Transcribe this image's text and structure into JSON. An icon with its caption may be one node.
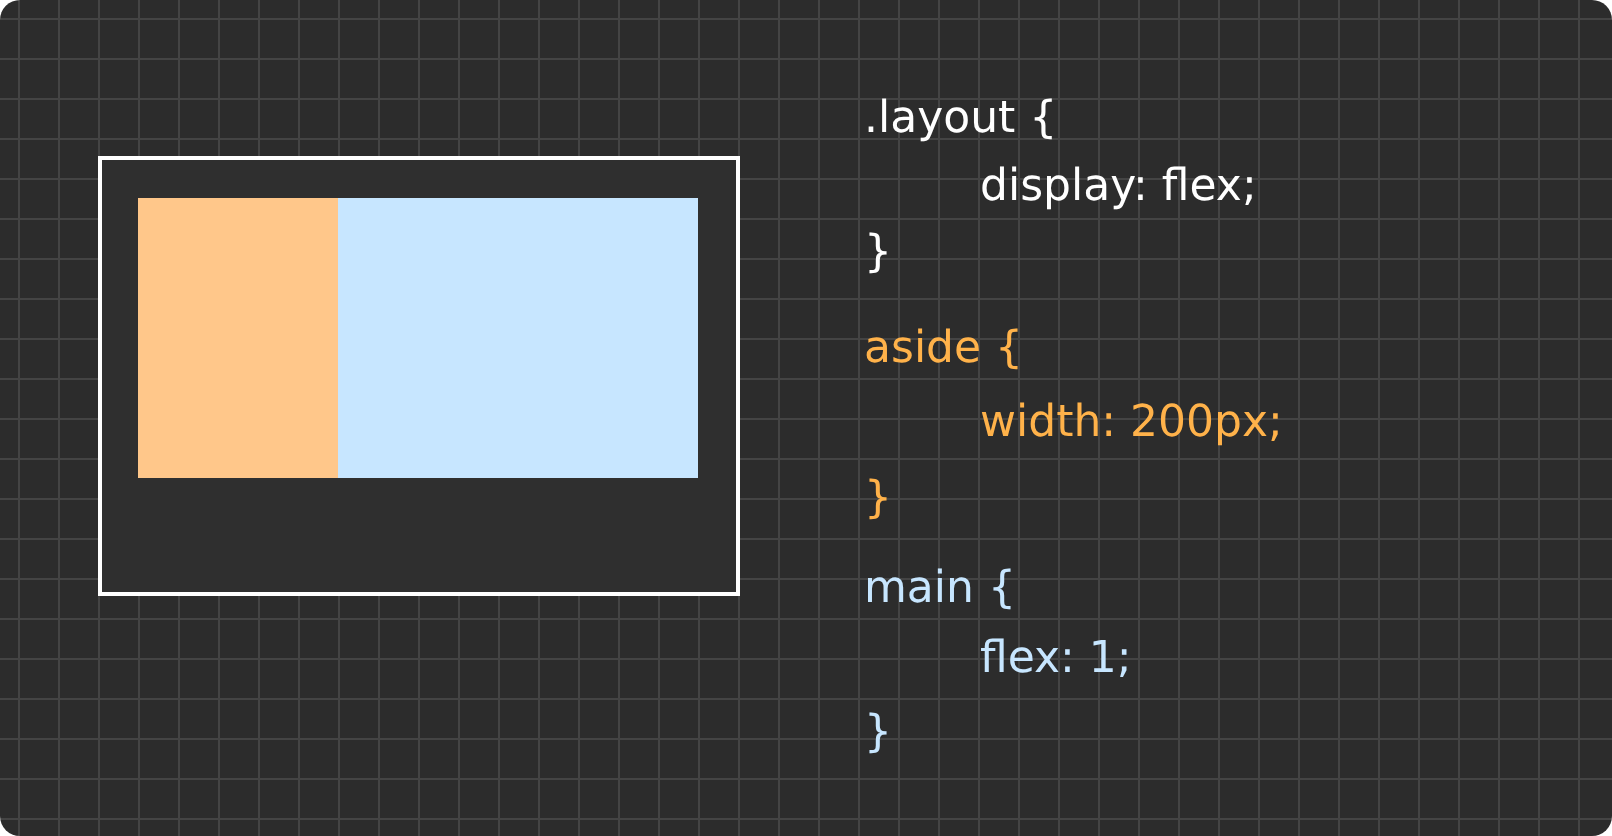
{
  "diagram": {
    "nodes": [
      {
        "text": [],
        "shape": "box"
      },
      {
        "text": [],
        "shape": "box",
        "in": 0
      },
      {
        "text": [],
        "shape": "box",
        "in": 0
      }
    ],
    "labels": [
      ".layout {",
      "display: flex;",
      "}",
      "aside {",
      "width: 200px;",
      "}",
      "main {",
      "flex: 1;",
      "}"
    ]
  }
}
